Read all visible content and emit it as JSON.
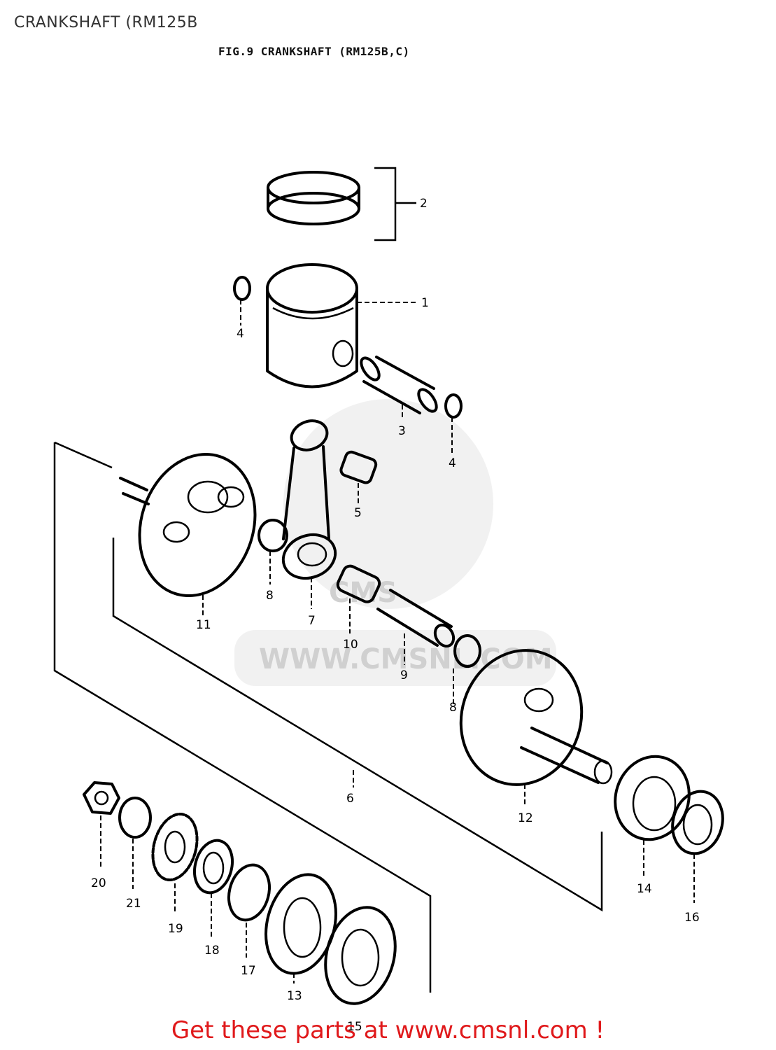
{
  "header": {
    "title": "CRANKSHAFT (RM125B"
  },
  "figure": {
    "title": "FIG.9  CRANKSHAFT (RM125B,C)"
  },
  "callouts": {
    "c1": "1",
    "c2": "2",
    "c3": "3",
    "c4a": "4",
    "c4b": "4",
    "c5": "5",
    "c6": "6",
    "c7": "7",
    "c8a": "8",
    "c8b": "8",
    "c9": "9",
    "c10": "10",
    "c11": "11",
    "c12": "12",
    "c13": "13",
    "c14": "14",
    "c15": "15",
    "c16": "16",
    "c17": "17",
    "c18": "18",
    "c19": "19",
    "c20": "20",
    "c21": "21"
  },
  "watermark": {
    "text": "WWW.CMSNL.COM",
    "logo": "CMS"
  },
  "cta": {
    "text": "Get these parts at www.cmsnl.com !"
  }
}
